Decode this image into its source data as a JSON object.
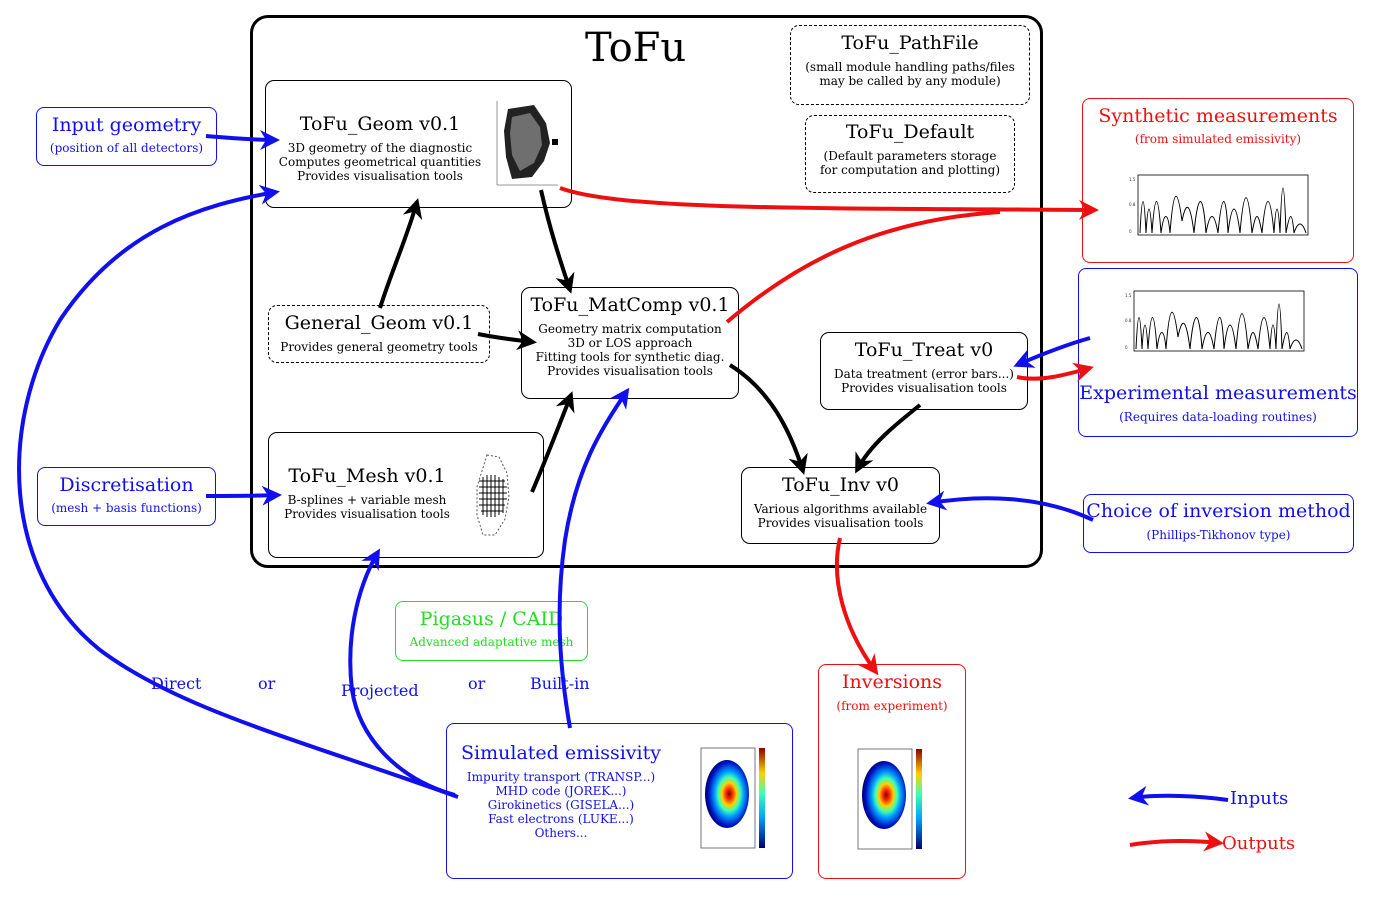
{
  "main_title": "ToFu",
  "modules": {
    "geom": {
      "title": "ToFu_Geom v0.1",
      "lines": [
        "3D geometry of the diagnostic",
        "Computes geometrical quantities",
        "Provides visualisation tools"
      ]
    },
    "general_geom": {
      "title": "General_Geom v0.1",
      "lines": [
        "Provides general geometry tools"
      ]
    },
    "mesh": {
      "title": "ToFu_Mesh v0.1",
      "lines": [
        "B-splines + variable mesh",
        "Provides visualisation tools"
      ]
    },
    "matcomp": {
      "title": "ToFu_MatComp v0.1",
      "lines": [
        "Geometry matrix computation",
        "3D or LOS approach",
        "Fitting tools for synthetic diag.",
        "Provides visualisation tools"
      ]
    },
    "pathfile": {
      "title": "ToFu_PathFile",
      "lines": [
        "(small module handling paths/files",
        "may be called by any module)"
      ]
    },
    "default": {
      "title": "ToFu_Default",
      "lines": [
        "(Default parameters storage",
        "for computation and plotting)"
      ]
    },
    "treat": {
      "title": "ToFu_Treat v0",
      "lines": [
        "Data treatment (error bars...)",
        "Provides visualisation tools"
      ]
    },
    "inv": {
      "title": "ToFu_Inv v0",
      "lines": [
        "Various algorithms available",
        "Provides visualisation tools"
      ]
    }
  },
  "externals": {
    "input_geometry": {
      "title": "Input geometry",
      "sub": "(position of all detectors)"
    },
    "discretisation": {
      "title": "Discretisation",
      "sub": "(mesh + basis functions)"
    },
    "synthetic": {
      "title": "Synthetic measurements",
      "sub": "(from simulated emissivity)"
    },
    "experimental": {
      "title": "Experimental measurements",
      "sub": "(Requires data-loading routines)"
    },
    "choice_inversion": {
      "title": "Choice of inversion method",
      "sub": "(Phillips-Tikhonov type)"
    },
    "pigasus": {
      "title": "Pigasus / CAID",
      "sub": "Advanced adaptative mesh"
    },
    "simulated": {
      "title": "Simulated emissivity",
      "lines": [
        "Impurity transport (TRANSP...)",
        "MHD code (JOREK...)",
        "Girokinetics (GISELA...)",
        "Fast electrons (LUKE...)",
        "Others..."
      ]
    },
    "inversions": {
      "title": "Inversions",
      "sub": "(from experiment)"
    }
  },
  "path_labels": {
    "direct": "Direct",
    "or1": "or",
    "projected": "Projected",
    "or2": "or",
    "builtin": "Built-in"
  },
  "legend": {
    "inputs": "Inputs",
    "outputs": "Outputs"
  },
  "colors": {
    "input": "#1010ee",
    "output": "#ee1010",
    "internal": "#000000",
    "external_mesh": "#22dd22"
  }
}
